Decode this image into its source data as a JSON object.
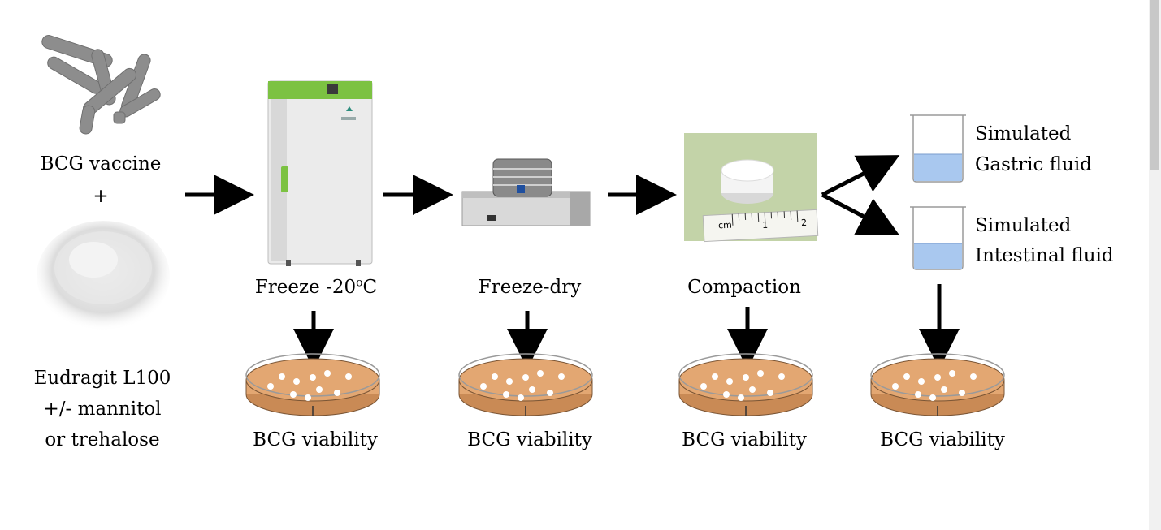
{
  "inputs": {
    "vaccine": "BCG vaccine",
    "plus": "+",
    "polymer_line1": "Eudragit L100",
    "polymer_line2": "+/- mannitol",
    "polymer_line3": "or trehalose"
  },
  "steps": {
    "freeze_prefix": "Freeze -20",
    "freeze_sup": "o",
    "freeze_suffix": "C",
    "freeze_dry": "Freeze-dry",
    "compaction": "Compaction"
  },
  "ruler": {
    "unit": "cm",
    "tick1": "1",
    "tick2": "2"
  },
  "fluids": {
    "gastric_line1": "Simulated",
    "gastric_line2": "Gastric fluid",
    "intestinal_line1": "Simulated",
    "intestinal_line2": "Intestinal fluid"
  },
  "viability": [
    "BCG viability",
    "BCG viability",
    "BCG viability",
    "BCG viability"
  ],
  "colors": {
    "agar": "#e3a772",
    "agar_dark": "#c98a55",
    "freezer_green": "#7cc242",
    "fluid_blue": "#a9c8ef",
    "tablet_bg": "#c3d3a8"
  }
}
